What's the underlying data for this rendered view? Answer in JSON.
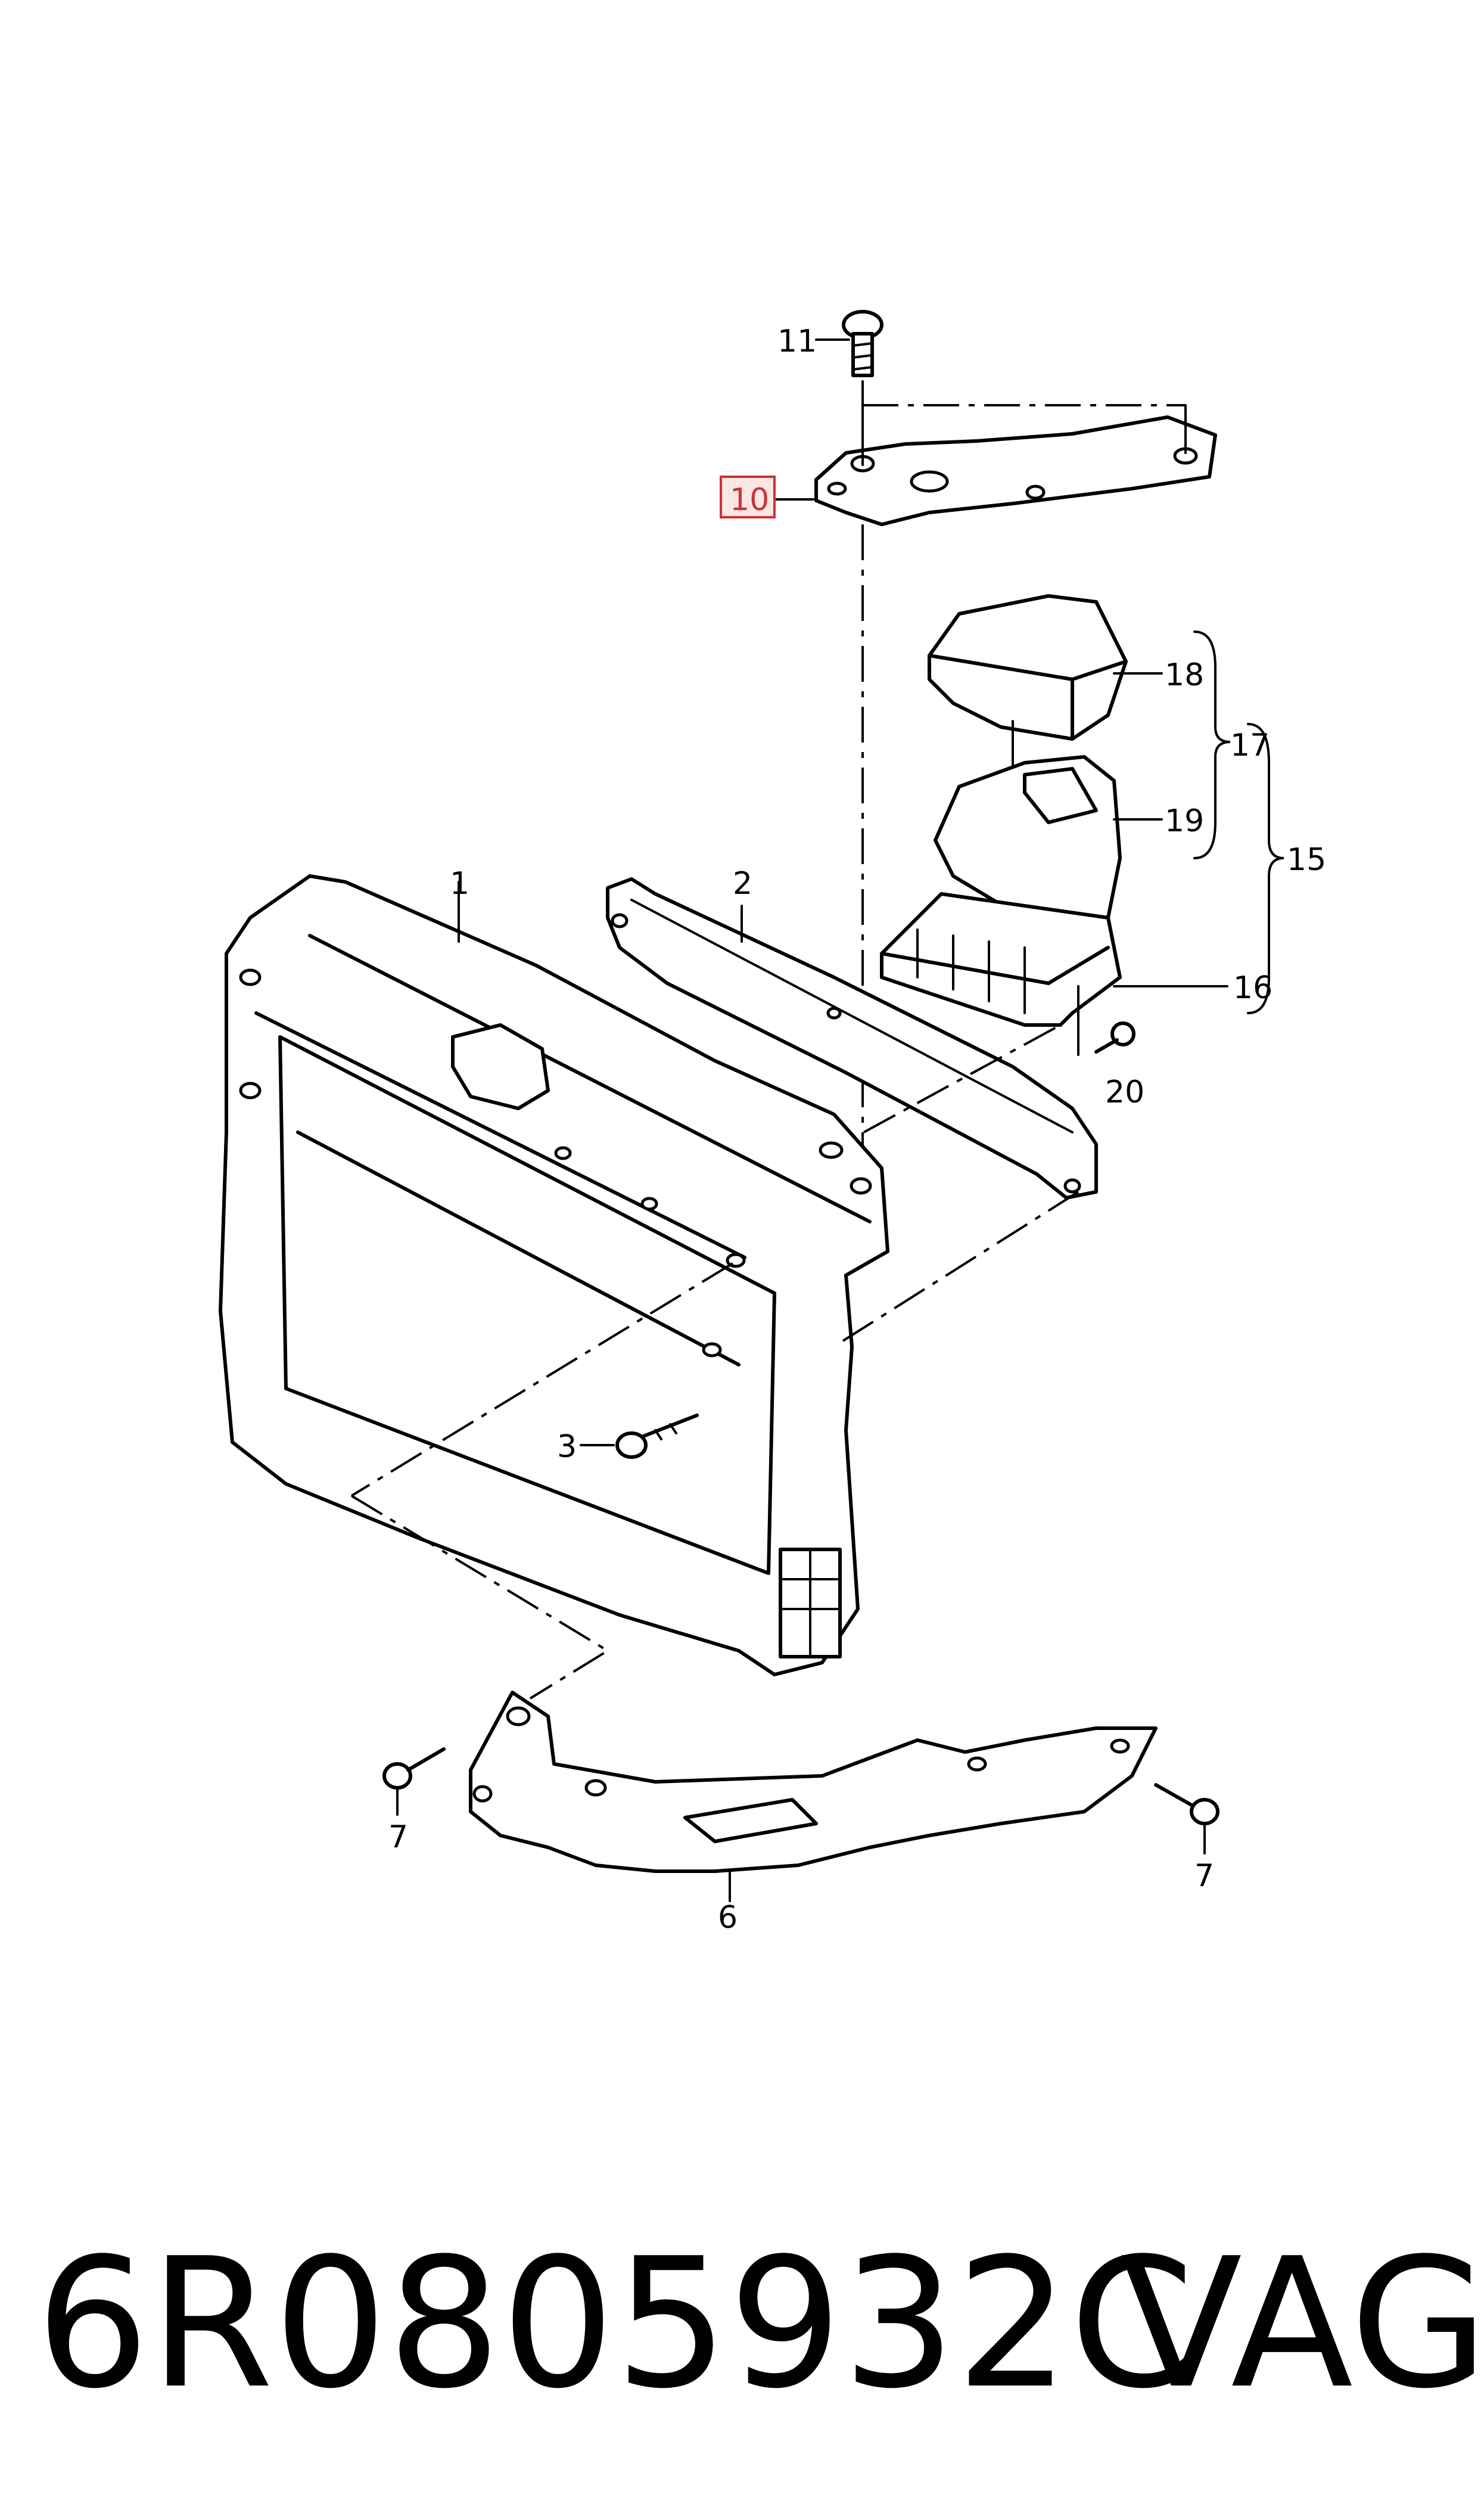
{
  "diagram": {
    "callouts": {
      "c1": "1",
      "c2": "2",
      "c3": "3",
      "c6": "6",
      "c7a": "7",
      "c7b": "7",
      "c10": "10",
      "c11": "11",
      "c15": "15",
      "c16": "16",
      "c17": "17",
      "c18": "18",
      "c19": "19",
      "c20": "20"
    },
    "highlight_color": "#cc3333"
  },
  "footer": {
    "part_number": "6R0805932C",
    "brand": "VAG"
  }
}
